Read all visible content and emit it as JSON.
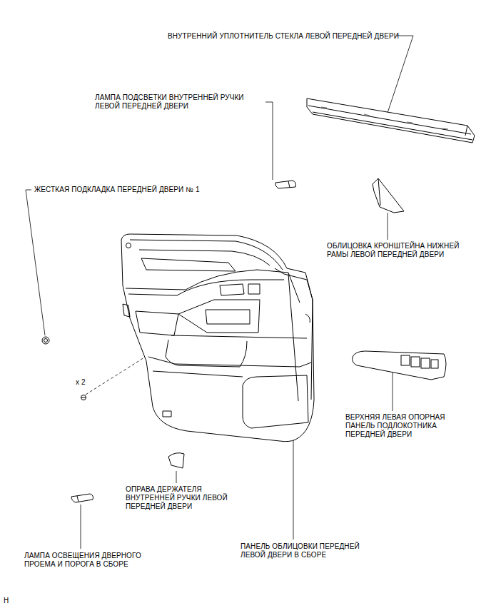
{
  "diagram": {
    "labels": [
      "ВНУТРЕННИЙ УПЛОТНИТЕЛЬ СТЕКЛА ЛЕВОЙ ПЕРЕДНЕЙ ДВЕРИ",
      "ЛАМПА ПОДСВЕТКИ ВНУТРЕННЕЙ РУЧКИ ЛЕВОЙ ПЕРЕДНЕЙ ДВЕРИ",
      "ЖЕСТКАЯ ПОДКЛАДКА ПЕРЕДНЕЙ ДВЕРИ № 1",
      "ОБЛИЦОВКА КРОНШТЕЙНА НИЖНЕЙ РАМЫ ЛЕВОЙ ПЕРЕДНЕЙ ДВЕРИ",
      "x 2",
      "ВЕРХНЯЯ ЛЕВАЯ ОПОРНАЯ ПАНЕЛЬ ПОДЛОКОТНИКА ПЕРЕДНЕЙ ДВЕРИ",
      "ОПРАВА ДЕРЖАТЕЛЯ ВНУТРЕННЕЙ РУЧКИ ЛЕВОЙ ПЕРЕДНЕЙ ДВЕРИ",
      "ЛАМПА ОСВЕЩЕНИЯ ДВЕРНОГО ПРОЕМА И ПОРОГА В СБОРЕ",
      "ПАНЕЛЬ ОБЛИЦОВКИ ПЕРЕДНЕЙ ЛЕВОЙ ДВЕРИ В СБОРЕ",
      "H"
    ]
  }
}
